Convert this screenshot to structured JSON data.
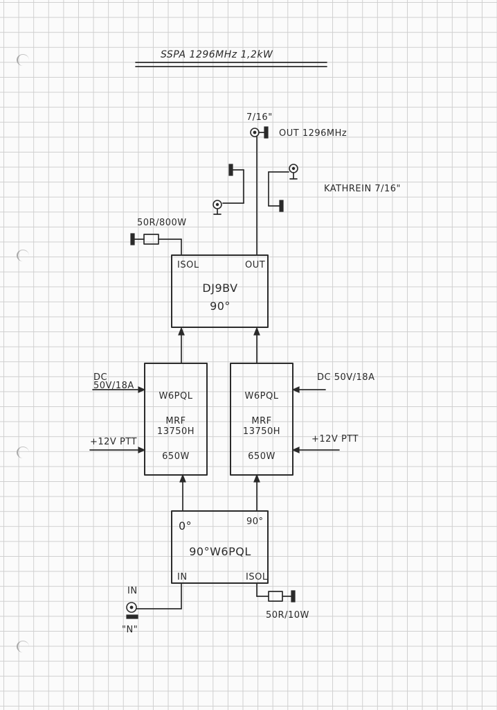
{
  "title": "SSPA 1296MHz 1,2kW",
  "output": {
    "connector": "7/16\"",
    "label": "OUT 1296MHz",
    "relay_label": "KATHREIN 7/16\""
  },
  "load_top": {
    "label": "50R/800W"
  },
  "combiner": {
    "port_isol": "ISOL",
    "port_out": "OUT",
    "name": "DJ9BV",
    "phase": "90°"
  },
  "amp_left": {
    "supply_label_1": "DC",
    "supply_label_2": "50V/18A",
    "ptt_label": "+12V PTT",
    "designer": "W6PQL",
    "device_1": "MRF",
    "device_2": "13750H",
    "power": "650W"
  },
  "amp_right": {
    "supply_label": "DC 50V/18A",
    "ptt_label": "+12V PTT",
    "designer": "W6PQL",
    "device_1": "MRF",
    "device_2": "13750H",
    "power": "650W"
  },
  "splitter": {
    "port_0": "0°",
    "port_90": "90°",
    "name": "90°W6PQL",
    "port_in": "IN",
    "port_isol": "ISOL"
  },
  "input": {
    "label": "IN",
    "connector": "\"N\""
  },
  "load_bottom": {
    "label": "50R/10W"
  }
}
